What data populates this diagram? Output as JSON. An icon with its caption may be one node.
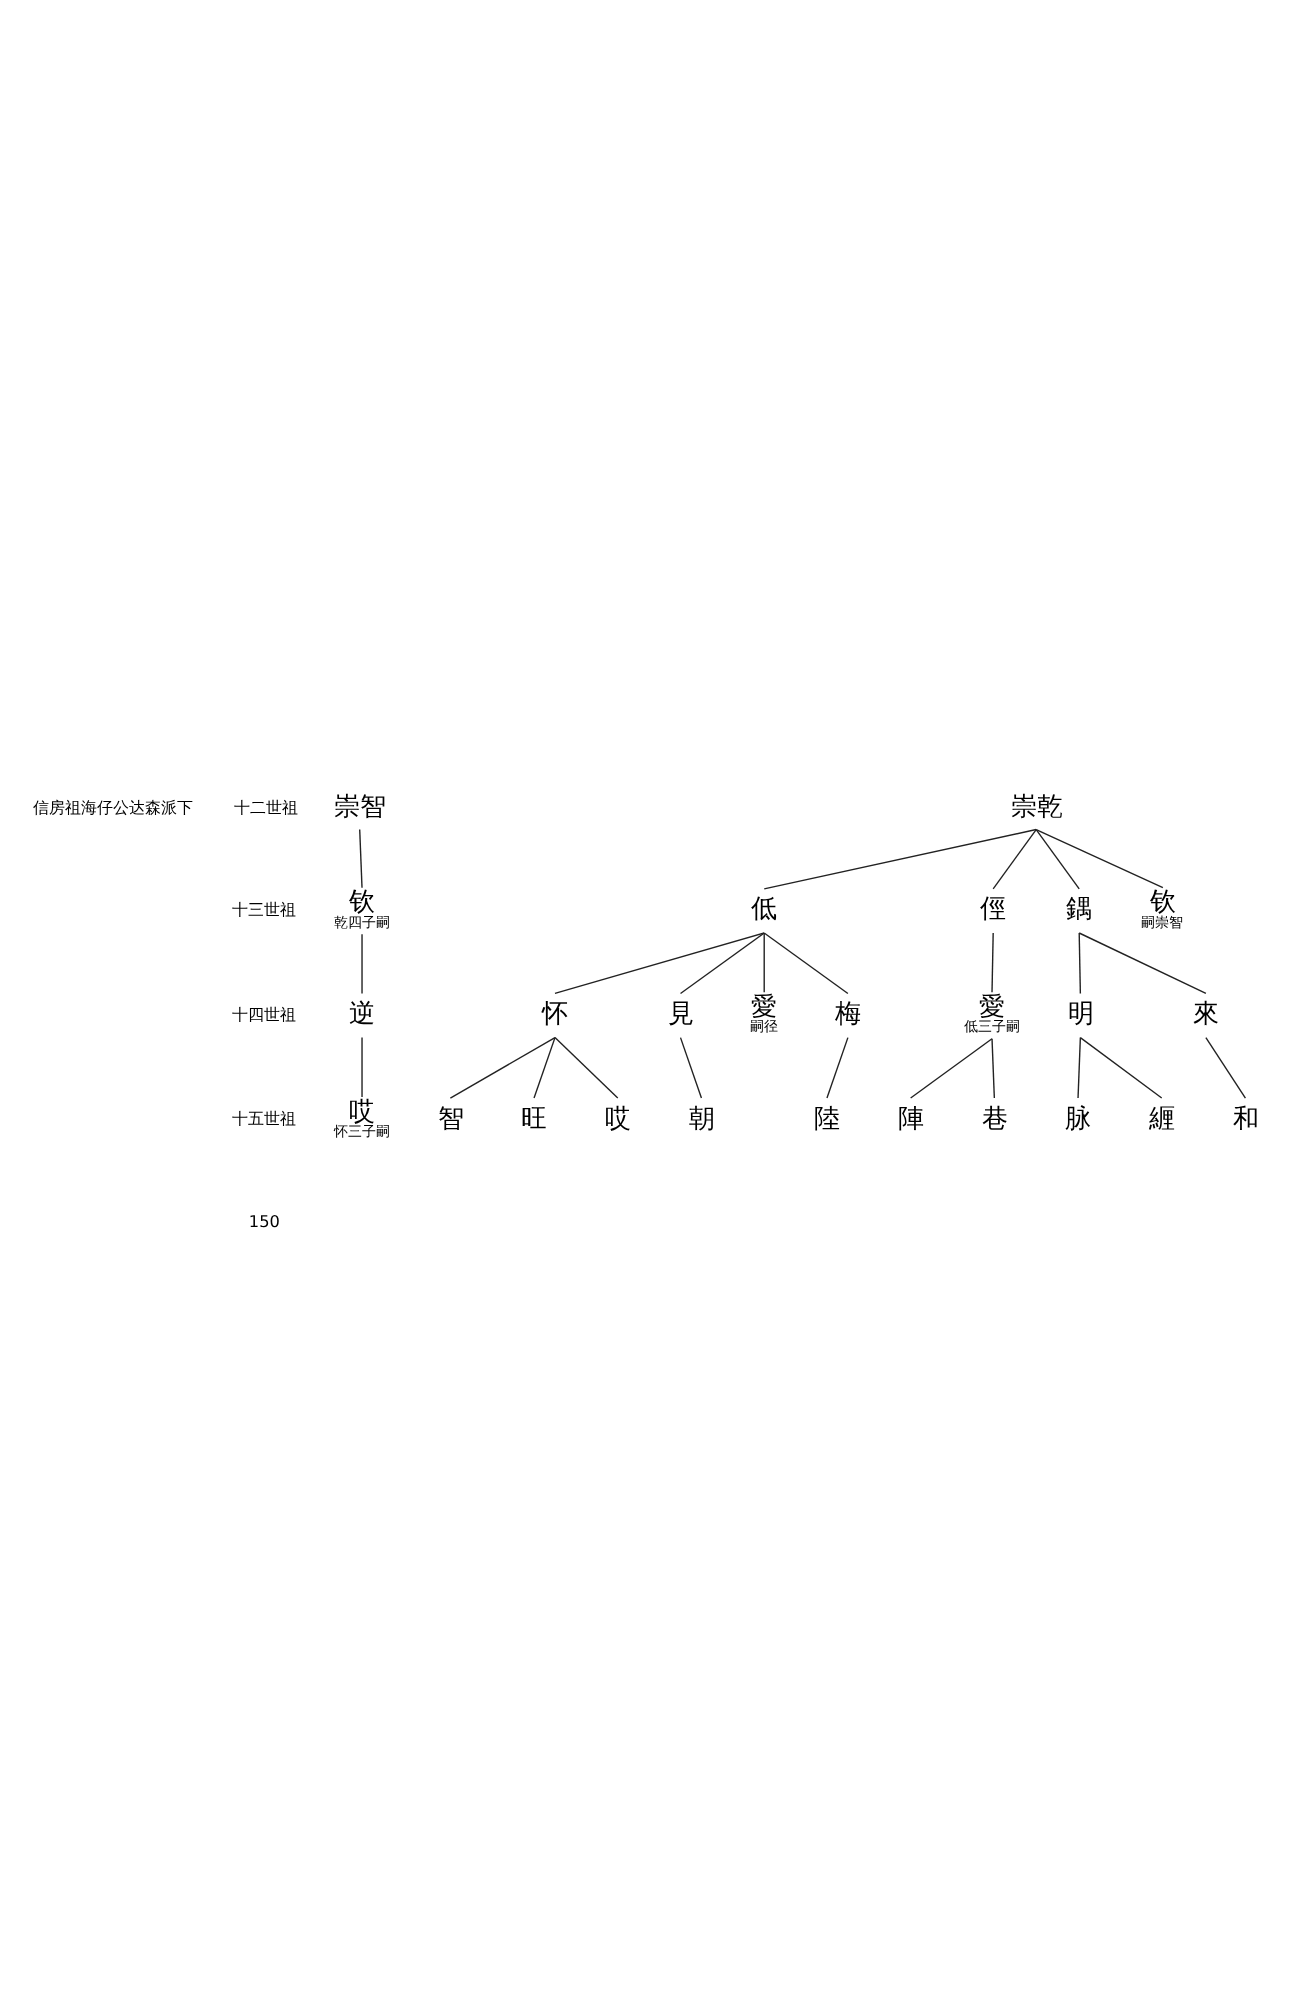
{
  "diagram": {
    "nodes": [
      {
        "text": [
          "崇智"
        ]
      },
      {
        "text": [
          "崇乾"
        ]
      },
      {
        "text": [
          "钦"
        ],
        "beside": [
          "乾四子嗣"
        ]
      },
      {
        "text": [
          "低"
        ]
      },
      {
        "text": [
          "俓"
        ]
      },
      {
        "text": [
          "鍝"
        ]
      },
      {
        "text": [
          "钦"
        ],
        "beside": [
          "嗣崇智"
        ]
      },
      {
        "text": [
          "逆"
        ]
      },
      {
        "text": [
          "怀"
        ]
      },
      {
        "text": [
          "見"
        ]
      },
      {
        "text": [
          "愛"
        ],
        "beside": [
          "嗣径"
        ]
      },
      {
        "text": [
          "梅"
        ]
      },
      {
        "text": [
          "愛"
        ],
        "beside": [
          "低三子嗣"
        ]
      },
      {
        "text": [
          "明"
        ]
      },
      {
        "text": [
          "來"
        ]
      },
      {
        "text": [
          "哎"
        ],
        "beside": [
          "怀三子嗣"
        ]
      },
      {
        "text": [
          "智"
        ]
      },
      {
        "text": [
          "旺"
        ]
      },
      {
        "text": [
          "哎"
        ]
      },
      {
        "text": [
          "朝"
        ]
      },
      {
        "text": [
          "陸"
        ]
      },
      {
        "text": [
          "陣"
        ]
      },
      {
        "text": [
          "巷"
        ]
      },
      {
        "text": [
          "脉"
        ]
      },
      {
        "text": [
          "緾"
        ]
      },
      {
        "text": [
          "和"
        ]
      }
    ],
    "edges": [
      {
        "from": 0,
        "to": 2,
        "arrow": "none"
      },
      {
        "from": 1,
        "to": 3,
        "arrow": "none"
      },
      {
        "from": 1,
        "to": 4,
        "arrow": "none"
      },
      {
        "from": 1,
        "to": 5,
        "arrow": "none"
      },
      {
        "from": 1,
        "to": 6,
        "arrow": "none"
      },
      {
        "from": 2,
        "to": 7,
        "arrow": "none"
      },
      {
        "from": 3,
        "to": 8,
        "arrow": "none"
      },
      {
        "from": 3,
        "to": 9,
        "arrow": "none"
      },
      {
        "from": 3,
        "to": 10,
        "arrow": "none"
      },
      {
        "from": 3,
        "to": 11,
        "arrow": "none"
      },
      {
        "from": 4,
        "to": 12,
        "arrow": "none"
      },
      {
        "from": 5,
        "to": 13,
        "arrow": "none"
      },
      {
        "from": 5,
        "to": 14,
        "arrow": "none"
      },
      {
        "from": 7,
        "to": 15,
        "arrow": "none"
      },
      {
        "from": 8,
        "to": 16,
        "arrow": "none"
      },
      {
        "from": 8,
        "to": 17,
        "arrow": "none"
      },
      {
        "from": 8,
        "to": 18,
        "arrow": "none"
      },
      {
        "from": 9,
        "to": 19,
        "arrow": "none"
      },
      {
        "from": 11,
        "to": 20,
        "arrow": "none"
      },
      {
        "from": 12,
        "to": 21,
        "arrow": "none"
      },
      {
        "from": 12,
        "to": 22,
        "arrow": "none"
      },
      {
        "from": 13,
        "to": 23,
        "arrow": "none"
      },
      {
        "from": 13,
        "to": 24,
        "arrow": "none"
      },
      {
        "from": 14,
        "to": 25,
        "arrow": "none"
      }
    ],
    "labels": [
      "十二世祖",
      "信房祖海仔公达森派下",
      "十三世祖",
      "十四世祖",
      "十五世祖",
      "150"
    ]
  }
}
